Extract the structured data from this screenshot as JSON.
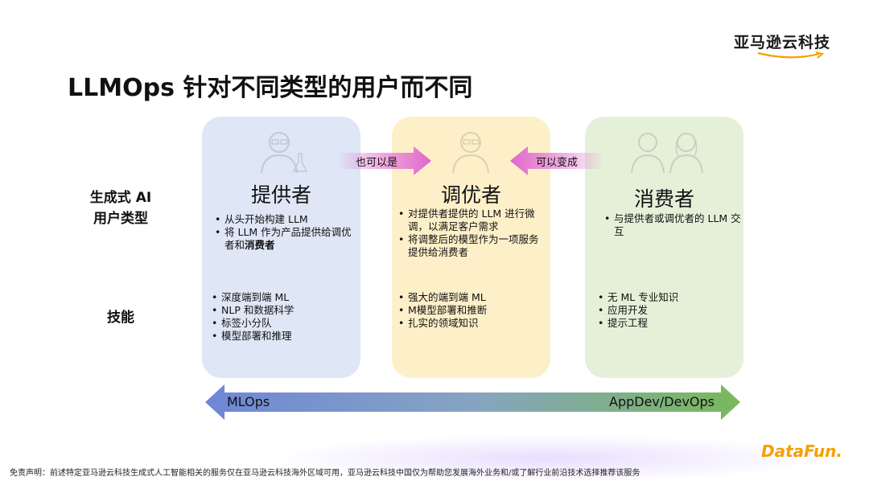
{
  "header": {
    "brand": "亚马逊云科技",
    "title": "LLMOps 针对不同类型的用户而不同"
  },
  "row_labels": {
    "ai_user_type_line1": "生成式 AI",
    "ai_user_type_line2": "用户类型",
    "skills": "技能"
  },
  "cards": {
    "provider": {
      "title": "提供者",
      "desc": [
        "从头开始构建 LLM",
        "将 LLM 作为产品提供给调优者和"
      ],
      "desc_bold": "消费者",
      "skills": [
        "深度端到端 ML",
        "NLP 和数据科学",
        "标签小分队",
        "模型部署和推理"
      ]
    },
    "tuner": {
      "title": "调优者",
      "desc": [
        "对提供者提供的 LLM 进行微调，以满足客户需求",
        "将调整后的模型作为一项服务提供给消费者"
      ],
      "skills": [
        "强大的端到端 ML",
        "M模型部署和推断",
        "扎实的领域知识"
      ]
    },
    "consumer": {
      "title": "消费者",
      "desc": [
        "与提供者或调优者的 LLM 交互"
      ],
      "skills": [
        "无 ML 专业知识",
        "应用开发",
        "提示工程"
      ]
    }
  },
  "arrows": {
    "left_label": "也可以是",
    "right_label": "可以变成"
  },
  "axis": {
    "left": "MLOps",
    "right": "AppDev/DevOps"
  },
  "colors": {
    "provider_card": "#dfe6f6",
    "tuner_card": "#fdf0c9",
    "consumer_card": "#e5f0d9",
    "arrow_pink": "#e066cc",
    "axis_blue": "#6f86d6",
    "axis_green": "#79b85a",
    "logo_orange": "#f5a000"
  },
  "footer": {
    "disclaimer": "免责声明：前述特定亚马逊云科技生成式人工智能相关的服务仅在亚马逊云科技海外区域可用，亚马逊云科技中国仅为帮助您发展海外业务和/或了解行业前沿技术选择推荐该服务",
    "logo": "DataFun."
  }
}
